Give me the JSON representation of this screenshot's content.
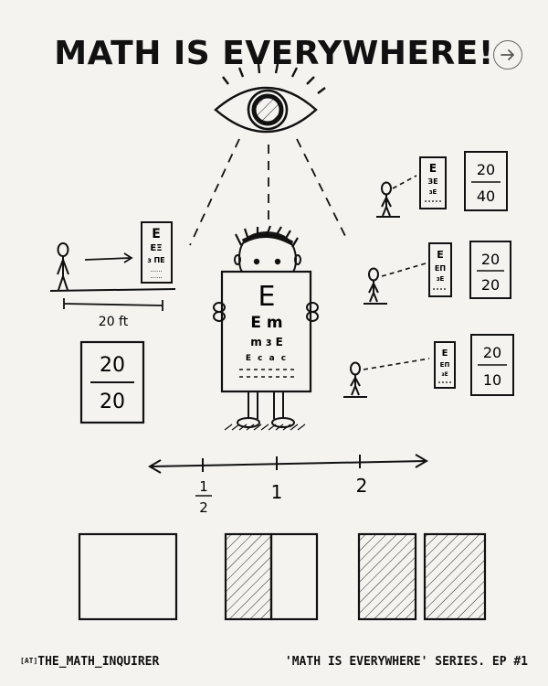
{
  "title": "MATH IS EVERYWHERE!",
  "nav": {
    "next_icon": "arrow-right-circle-icon"
  },
  "eye_icon": "eye-icon",
  "left_scene": {
    "distance_label": "20 ft",
    "chart_letters": [
      "E",
      "ЕΞ",
      "ɜ ΠE",
      "......"
    ]
  },
  "score_main": {
    "top": "20",
    "bottom": "20"
  },
  "boy_chart": {
    "row1": "E",
    "row2": "E m",
    "row3": "m ɜ E",
    "row4": "E c a c"
  },
  "right_scenes": [
    {
      "top": "20",
      "bottom": "40",
      "chart": [
        "E",
        "ЗЕ",
        "ɜE"
      ]
    },
    {
      "top": "20",
      "bottom": "20",
      "chart": [
        "E",
        "EП",
        "ɜE"
      ]
    },
    {
      "top": "20",
      "bottom": "10",
      "chart": [
        "E",
        "EП",
        "ɜE"
      ]
    }
  ],
  "number_line": {
    "ticks": [
      {
        "label_num": "1",
        "label_den": "2"
      },
      {
        "label": "1"
      },
      {
        "label": "2"
      }
    ]
  },
  "fraction_boxes": [
    {
      "fill": 0
    },
    {
      "fill": 0.5
    },
    {
      "fill": 1
    }
  ],
  "footer": {
    "handle_prefix": "[AT]",
    "handle": "THE_MATH_INQUIRER",
    "series": "'MATH IS EVERYWHERE' SERIES. EP #1"
  }
}
